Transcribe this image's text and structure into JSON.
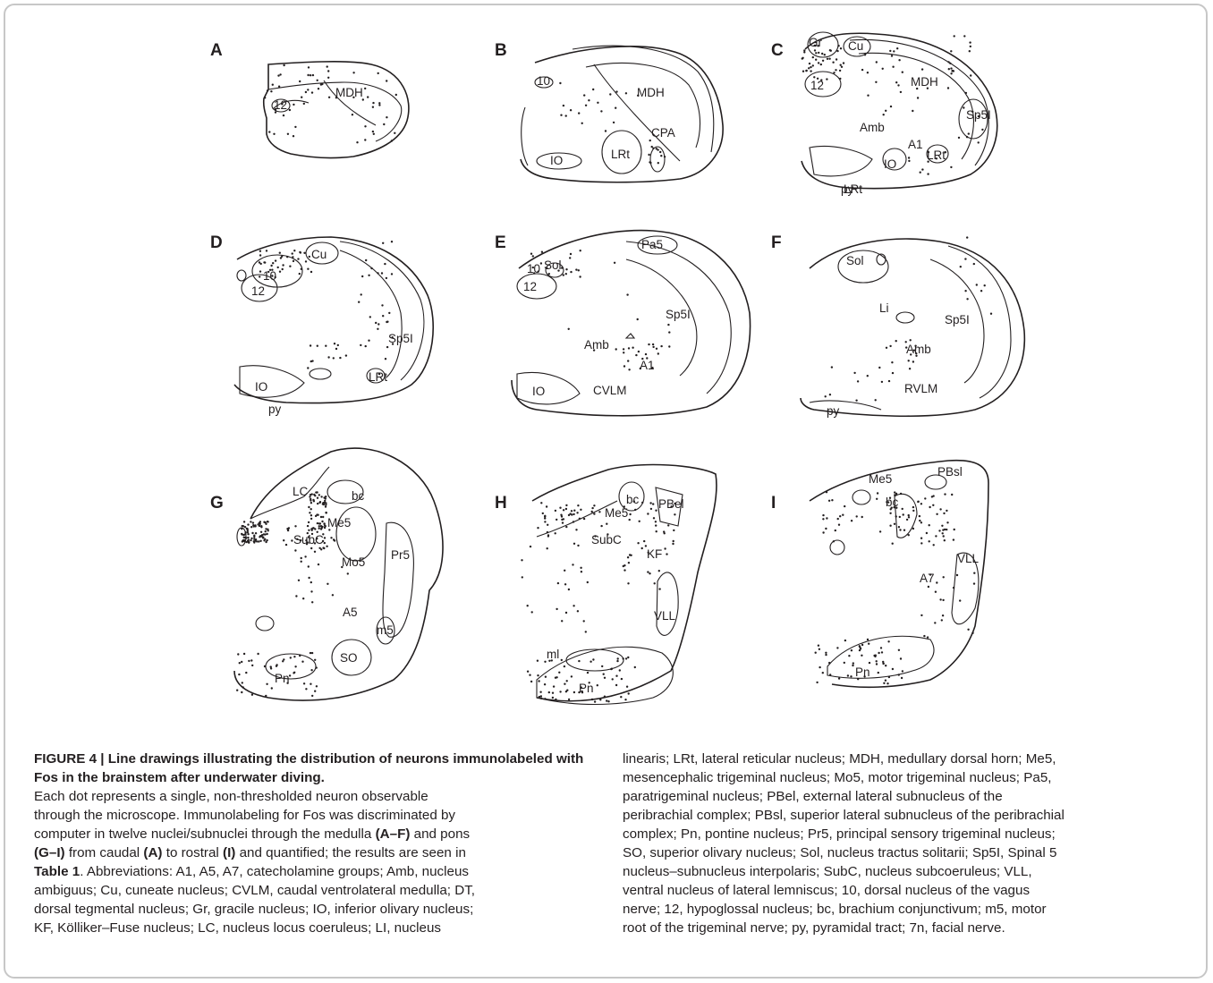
{
  "figure": {
    "panels": [
      {
        "letter": "A",
        "regions": [
          "MDH",
          "12"
        ]
      },
      {
        "letter": "B",
        "regions": [
          "10",
          "MDH",
          "CPA",
          "LRt",
          "IO"
        ]
      },
      {
        "letter": "C",
        "regions": [
          "Gr",
          "Cu",
          "12",
          "MDH",
          "Sp5I",
          "Amb",
          "A1",
          "IO",
          "LRt",
          "LRt",
          "py"
        ]
      },
      {
        "letter": "D",
        "regions": [
          "Cu",
          "10",
          "12",
          "Sp5I",
          "IO",
          "LRt",
          "py"
        ]
      },
      {
        "letter": "E",
        "regions": [
          "Pa5",
          "10",
          "Sol",
          "12",
          "Sp5I",
          "Amb",
          "A1",
          "IO",
          "CVLM"
        ]
      },
      {
        "letter": "F",
        "regions": [
          "Sol",
          "Li",
          "Sp5I",
          "Amb",
          "py",
          "RVLM"
        ]
      },
      {
        "letter": "G",
        "regions": [
          "LC",
          "bc",
          "Me5",
          "SubC",
          "Mo5",
          "Pr5",
          "A5",
          "m5",
          "SO",
          "Pn"
        ]
      },
      {
        "letter": "H",
        "regions": [
          "bc",
          "PBel",
          "Me5",
          "SubC",
          "KF",
          "VLL",
          "ml",
          "Pn"
        ]
      },
      {
        "letter": "I",
        "regions": [
          "Me5",
          "PBsl",
          "bc",
          "VLL",
          "A7",
          "Pn"
        ]
      }
    ]
  },
  "caption": {
    "title": "FIGURE 4 | Line drawings illustrating the distribution of neurons immunolabeled with Fos in the brainstem after underwater diving.",
    "left_lines": [
      "Each dot represents a single, non-thresholded neuron observable",
      "through the microscope. Immunolabeling for Fos was discriminated by",
      [
        "computer in twelve nuclei/subnuclei through the medulla ",
        "(A–F)",
        " and pons"
      ],
      [
        "",
        "(G–I)",
        " from caudal ",
        "(A)",
        " to rostral ",
        "(I)",
        " and quantified; the results are seen in"
      ],
      [
        "",
        "Table 1",
        ". Abbreviations: A1, A5, A7, catecholamine groups; Amb, nucleus"
      ],
      "ambiguus; Cu, cuneate nucleus; CVLM, caudal ventrolateral medulla; DT,",
      "dorsal tegmental nucleus; Gr, gracile nucleus; IO, inferior olivary nucleus;",
      "KF, Kölliker–Fuse nucleus; LC, nucleus locus coeruleus; LI, nucleus"
    ],
    "right_lines": [
      "linearis; LRt, lateral reticular nucleus; MDH, medullary dorsal horn; Me5,",
      "mesencephalic trigeminal nucleus; Mo5, motor trigeminal nucleus; Pa5,",
      "paratrigeminal nucleus; PBel, external lateral subnucleus of the",
      "peribrachial complex; PBsl, superior lateral subnucleus of the peribrachial",
      "complex; Pn, pontine nucleus; Pr5, principal sensory trigeminal nucleus;",
      "SO, superior olivary nucleus; Sol, nucleus tractus solitarii; Sp5I, Spinal 5",
      "nucleus–subnucleus interpolaris; SubC, nucleus subcoeruleus; VLL,",
      "ventral nucleus of lateral lemniscus; 10, dorsal nucleus of the vagus",
      "nerve; 12, hypoglossal nucleus; bc, brachium conjunctivum; m5, motor",
      "root of the trigeminal nerve; py, pyramidal tract; 7n, facial nerve."
    ]
  }
}
